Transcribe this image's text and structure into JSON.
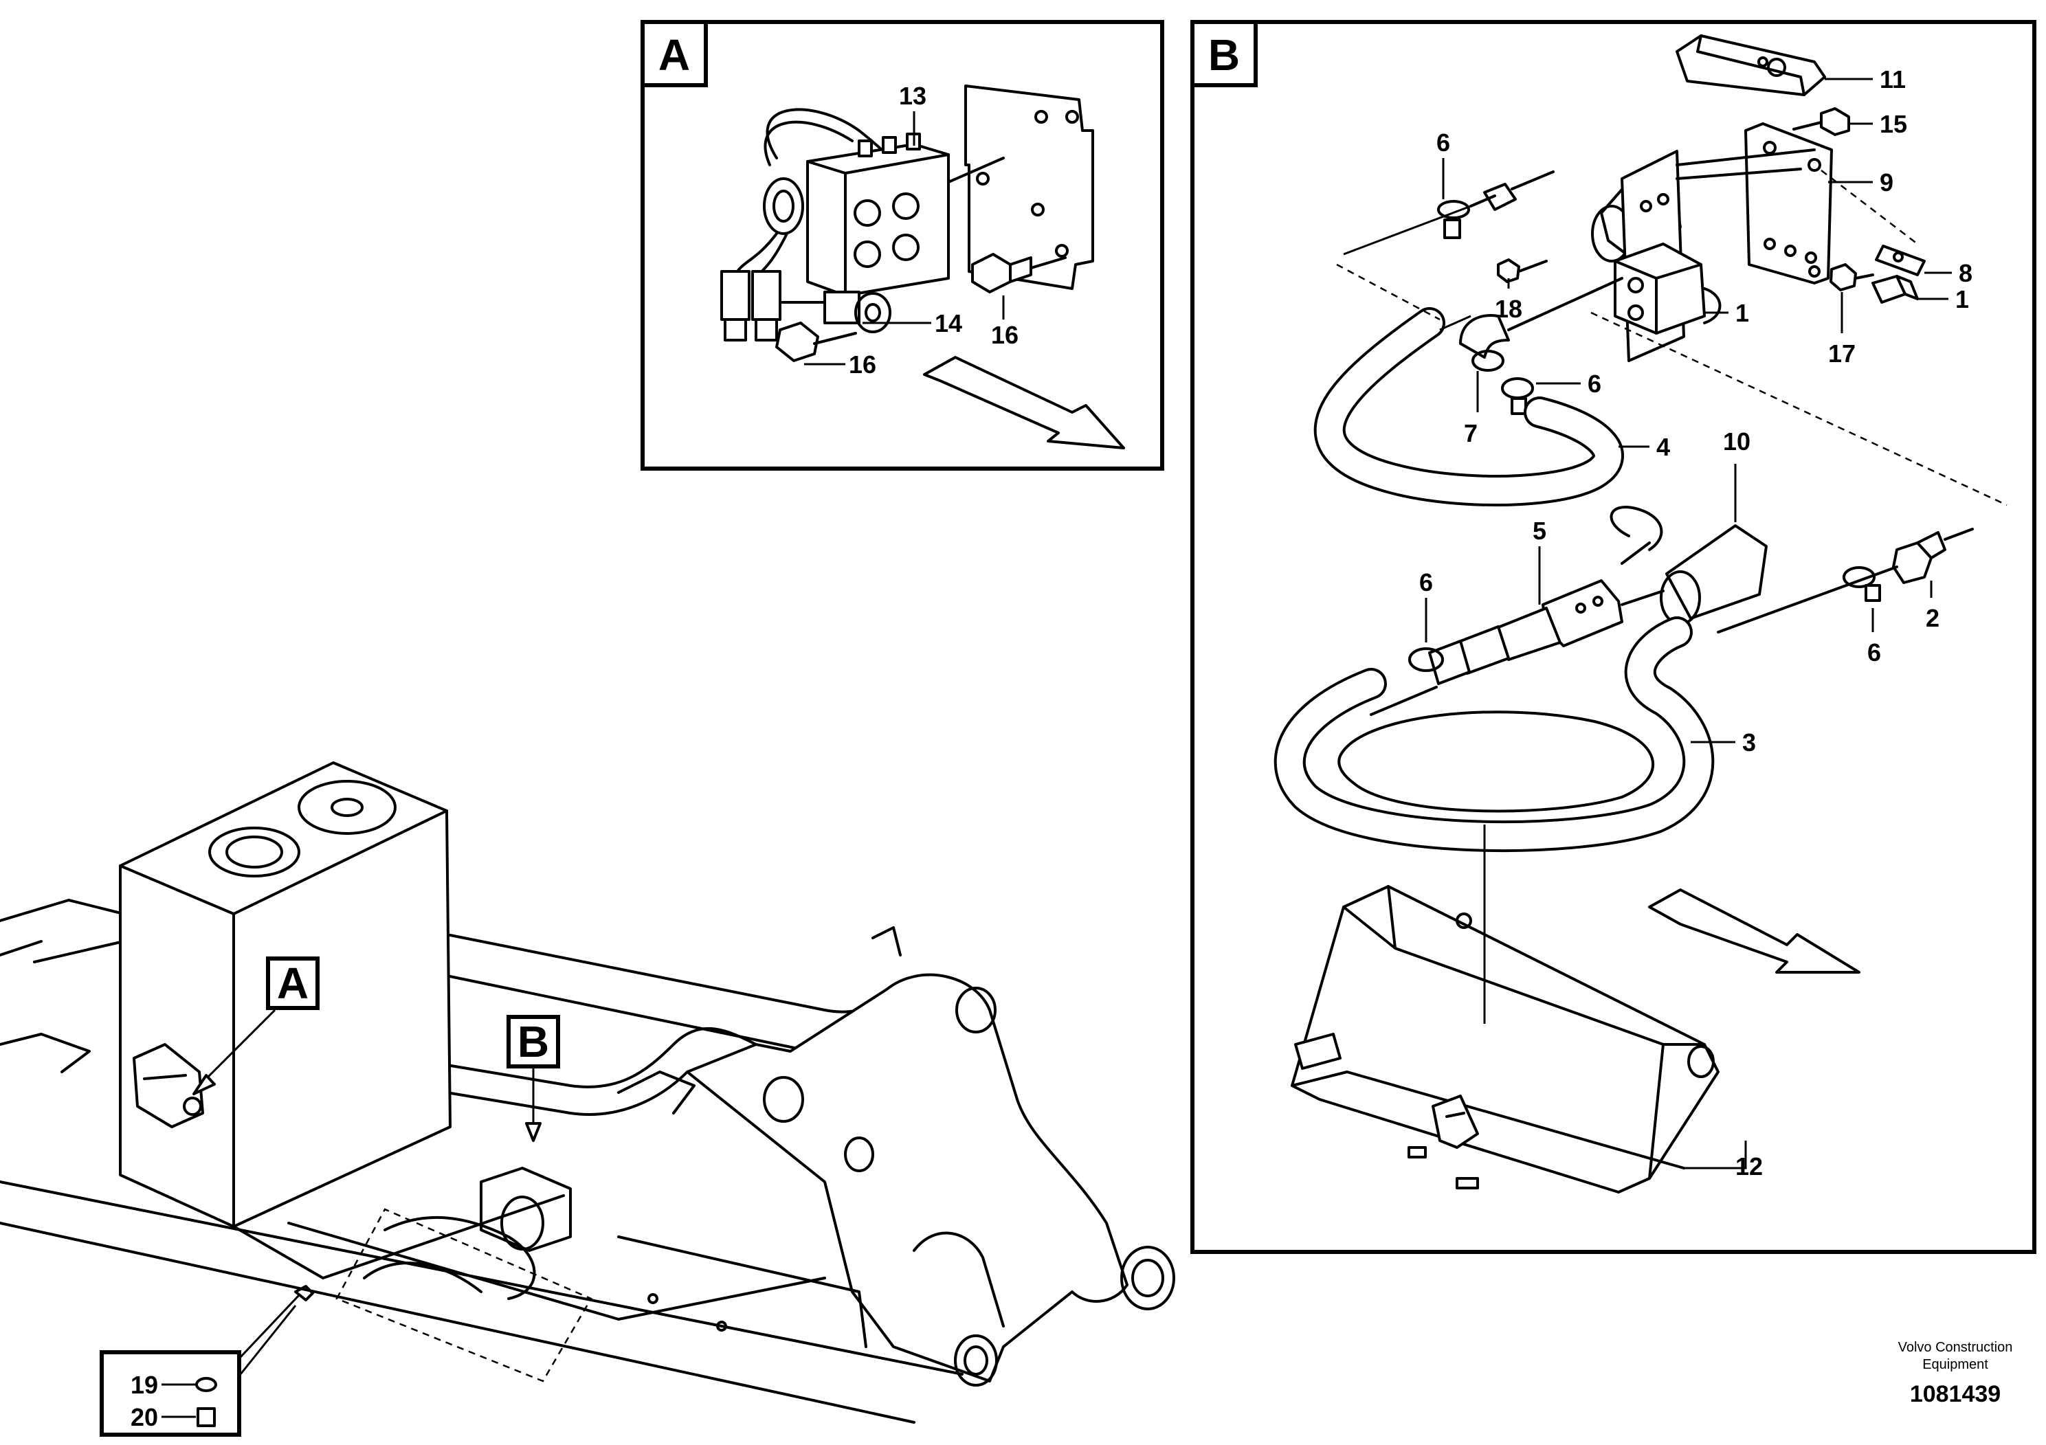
{
  "views": {
    "A": {
      "letter": "A"
    },
    "B": {
      "letter": "B"
    }
  },
  "overview": {
    "marker_a": "A",
    "marker_b": "B"
  },
  "callouts": {
    "a13": "13",
    "a14": "14",
    "a16a": "16",
    "a16b": "16",
    "b11": "11",
    "b15": "15",
    "b9": "9",
    "b6a": "6",
    "b18": "18",
    "b1a": "1",
    "b8": "8",
    "b1b": "1",
    "b17": "17",
    "b7": "7",
    "b6b": "6",
    "b4": "4",
    "b10": "10",
    "b5": "5",
    "b6c": "6",
    "b2": "2",
    "b6d": "6",
    "b3": "3",
    "b12": "12",
    "o19": "19",
    "o20": "20"
  },
  "footer": {
    "company_line1": "Volvo Construction",
    "company_line2": "Equipment",
    "drawing_number": "1081439"
  }
}
